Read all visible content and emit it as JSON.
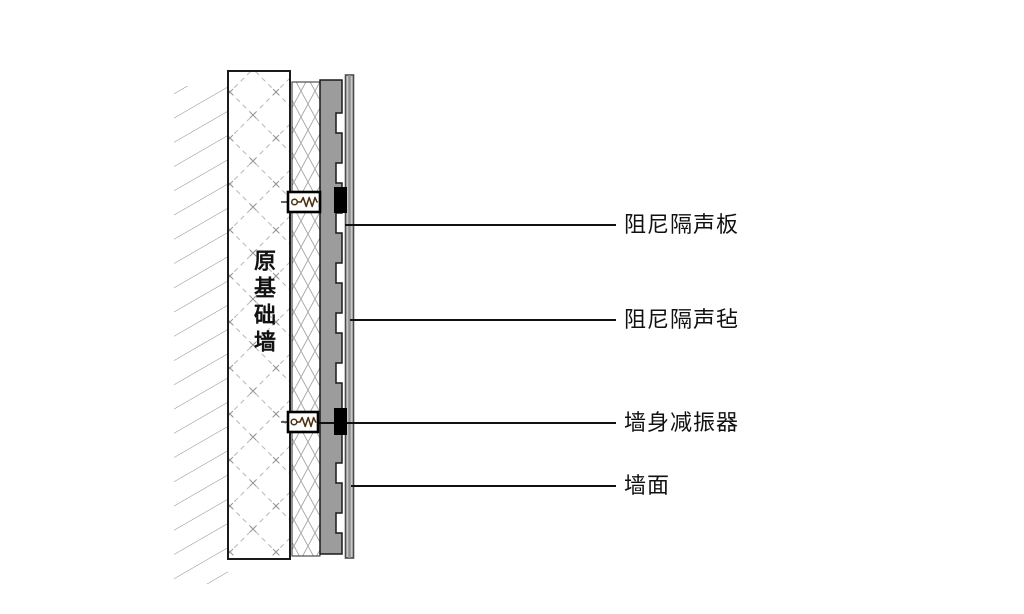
{
  "diagram": {
    "type": "wall-soundproofing-construction-detail",
    "base_wall_label": "原基础墙",
    "annotations": [
      {
        "label": "阻尼隔声板"
      },
      {
        "label": "阻尼隔声毡"
      },
      {
        "label": "墙身减振器"
      },
      {
        "label": "墙面"
      }
    ],
    "colors": {
      "background": "#ffffff",
      "outline": "#1a1a1a",
      "board_fill": "#9c9c9c",
      "panel_fill": "#c6c6c6",
      "panel_edge": "#4a4a4a",
      "section_hatch": "#8c8c8c",
      "wall_hatch": "#b8b8b8",
      "felt_lattice": "#a5a5a5",
      "spring": "#4a3110",
      "damper_mount": "#000000"
    }
  }
}
